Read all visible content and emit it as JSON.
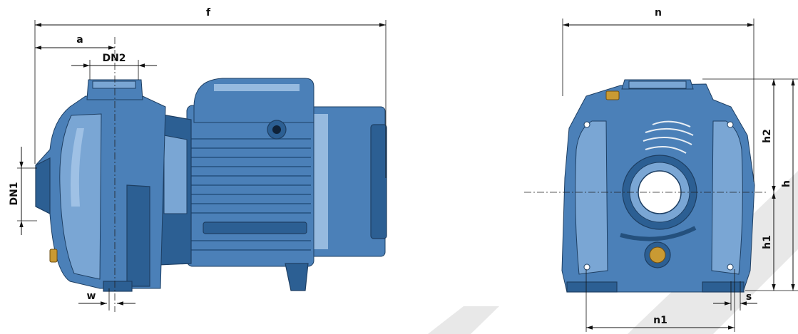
{
  "side_view": {
    "labels": {
      "f": "f",
      "a": "a",
      "DN2": "DN2",
      "DN1": "DN1",
      "w": "w"
    }
  },
  "front_view": {
    "labels": {
      "n": "n",
      "h2": "h2",
      "h": "h",
      "h1": "h1",
      "s": "s",
      "n1": "n1"
    }
  },
  "colors": {
    "pump_body": "#4b80b8",
    "pump_dark": "#2c5f93",
    "brass": "#c99a33",
    "dimension_lines": "#111111"
  }
}
